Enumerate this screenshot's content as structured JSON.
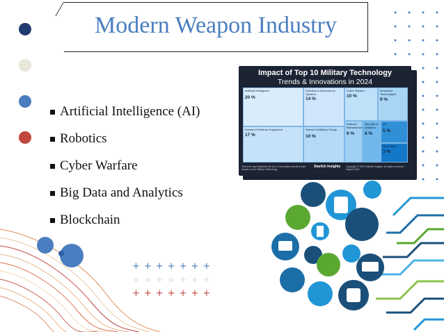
{
  "slide": {
    "title": "Modern Weapon Industry",
    "bullets": [
      "Artificial Intelligence (AI)",
      "Robotics",
      "Cyber Warfare",
      "Big Data and Analytics",
      "Blockchain"
    ]
  },
  "report": {
    "title_line1": "Impact of Top 10 Military Technology",
    "title_line2": "Trends & Innovations in 2024",
    "tiles": [
      {
        "name": "Artificial Intelligence",
        "value": "20 %"
      },
      {
        "name": "Robotics & Autonomous Systems",
        "value": "14 %"
      },
      {
        "name": "Cyber Warfare",
        "value": "10 %"
      },
      {
        "name": "Immersive Technologies",
        "value": "9 %"
      },
      {
        "name": "Advanced Defense Equipment",
        "value": "17 %"
      },
      {
        "name": "Internet of Military Things",
        "value": "10 %"
      },
      {
        "name": "Defense Manufacturing",
        "value": "6 %"
      },
      {
        "name": "Big Data & Analytics",
        "value": "6 %"
      },
      {
        "name": "5G",
        "value": "5 %"
      },
      {
        "name": "Blockchain",
        "value": "3 %"
      }
    ],
    "footer_left": "This tree map illustrates the top 10 innovation trends & their impact on the Military Technology",
    "footer_brand": "StartUs Insights",
    "footer_right": "Copyright © 2023 StartUs Insights. All rights reserved. August 2023"
  },
  "colors": {
    "title_blue": "#4a7ec0",
    "dot_navy": "#1f3a6e",
    "dot_cream": "#e9e6da",
    "dot_blue": "#4a7ec0",
    "dot_red": "#c0463f"
  }
}
